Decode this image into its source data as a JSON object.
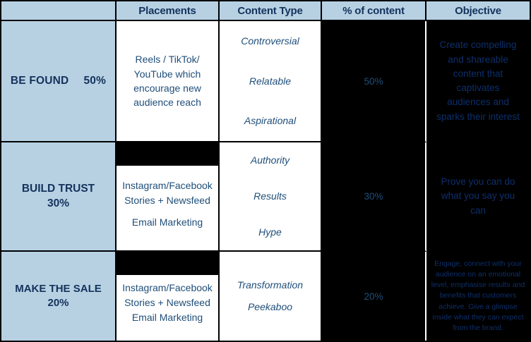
{
  "table": {
    "headers": [
      {
        "key": "corner",
        "label": ""
      },
      {
        "key": "placements",
        "label": "Placements"
      },
      {
        "key": "content_type",
        "label": "Content Type"
      },
      {
        "key": "percent",
        "label": "% of content"
      },
      {
        "key": "objective",
        "label": "Objective"
      }
    ],
    "rows": [
      {
        "goal_name": "BE FOUND",
        "goal_percent": "50%",
        "placements": [
          "Reels / TikTok/",
          "YouTube which",
          "encourage new",
          "audience reach"
        ],
        "content_types": [
          "Controversial",
          "Relatable",
          "Aspirational"
        ],
        "percent_of_content": "50%",
        "objective": "Create compelling and shareable content that captivates audiences and sparks their interest"
      },
      {
        "goal_name": "BUILD TRUST",
        "goal_percent": "30%",
        "placements_group_1": [
          "Instagram/Facebook",
          "Stories + Newsfeed"
        ],
        "placements_group_2": [
          "Email Marketing"
        ],
        "content_types": [
          "Authority",
          "Results",
          "Hype"
        ],
        "percent_of_content": "30%",
        "objective": "Prove you can do what you say you can"
      },
      {
        "goal_name": "MAKE THE SALE",
        "goal_percent": "20%",
        "placements_group_1": [
          "Instagram/Facebook",
          "Stories + Newsfeed",
          "Email Marketing"
        ],
        "content_types": [
          "Transformation",
          "Peekaboo"
        ],
        "percent_of_content": "20%",
        "objective": "Engage, connect with your audience on an emotional level, emphasise results and benefits that customers achieve. Give a glimpse inside what they can expect from the brand."
      }
    ]
  },
  "colors": {
    "header_bg": "#b7d1e3",
    "header_text": "#14325c",
    "body_text": "#1f4e79",
    "objective_text": "#0d2f6b",
    "black_bg": "#000000",
    "border": "#000000"
  }
}
